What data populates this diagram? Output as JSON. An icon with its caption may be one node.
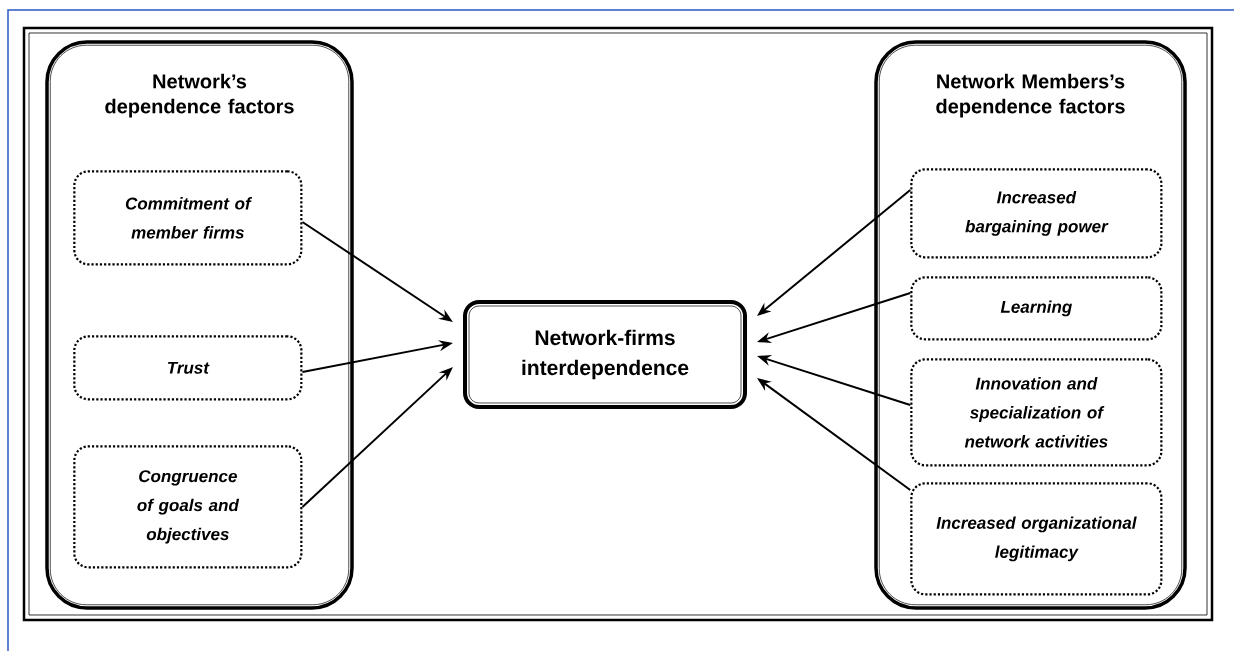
{
  "diagram": {
    "nodes": [
      {
        "text": [
          "Network’s dependence factors"
        ]
      },
      {
        "text": [
          "Commitment of member firms"
        ],
        "in": 0
      },
      {
        "text": [
          "Trust"
        ],
        "in": 0
      },
      {
        "text": [
          "Congruence of goals and objectives"
        ],
        "in": 0
      },
      {
        "text": [
          "Network-firms interdependence"
        ]
      },
      {
        "text": [
          "Network Members’s dependence factors"
        ]
      },
      {
        "text": [
          "Increased bargaining power"
        ],
        "in": 5
      },
      {
        "text": [
          "Learning"
        ],
        "in": 5
      },
      {
        "text": [
          "Innovation and specialization of network activities"
        ],
        "in": 5
      },
      {
        "text": [
          "Increased organizational legitimacy"
        ],
        "in": 5
      }
    ],
    "edges": [
      {
        "from": 1,
        "to": 4,
        "arrow": "to"
      },
      {
        "from": 2,
        "to": 4,
        "arrow": "to"
      },
      {
        "from": 3,
        "to": 4,
        "arrow": "to"
      },
      {
        "from": 6,
        "to": 4,
        "arrow": "to"
      },
      {
        "from": 7,
        "to": 4,
        "arrow": "to"
      },
      {
        "from": 8,
        "to": 4,
        "arrow": "to"
      },
      {
        "from": 9,
        "to": 4,
        "arrow": "to"
      }
    ]
  }
}
